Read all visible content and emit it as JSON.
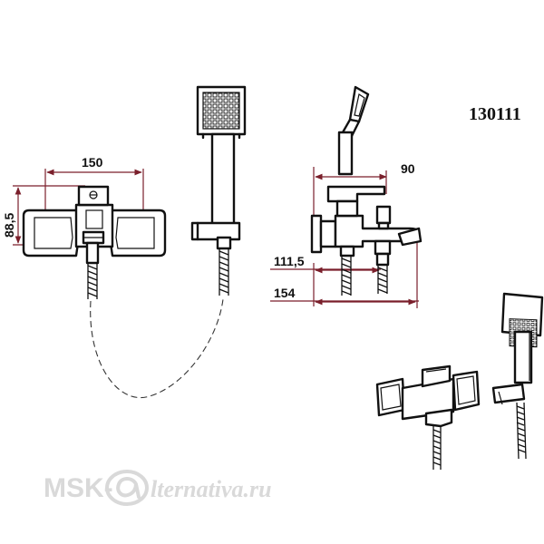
{
  "product": {
    "code": "130111"
  },
  "front_view": {
    "width_label": "150",
    "height_label": "88,5"
  },
  "side_view": {
    "depth_label": "90",
    "outlet_label": "111,5",
    "spout_label": "154"
  },
  "watermark": {
    "prefix": "MSK-",
    "script": "lternativa.ru"
  },
  "colors": {
    "line": "#111111",
    "dimension": "#7a1f2b",
    "watermark": "#d9d9d9"
  }
}
